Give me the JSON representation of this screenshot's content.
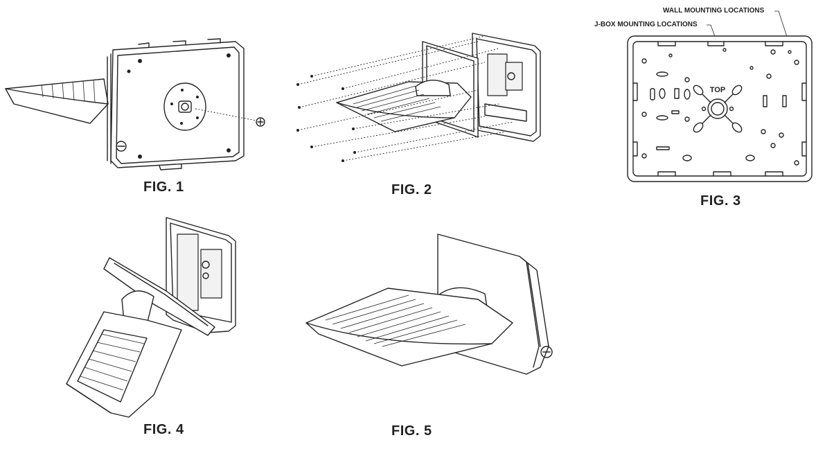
{
  "figures": [
    {
      "id": "fig1",
      "caption": "FIG. 1"
    },
    {
      "id": "fig2",
      "caption": "FIG. 2"
    },
    {
      "id": "fig3",
      "caption": "FIG. 3",
      "callouts": {
        "wall": "WALL MOUNTING LOCATIONS",
        "jbox": "J-BOX MOUNTING LOCATIONS"
      },
      "top_label": "TOP"
    },
    {
      "id": "fig4",
      "caption": "FIG. 4"
    },
    {
      "id": "fig5",
      "caption": "FIG. 5"
    }
  ],
  "colors": {
    "ink": "#222222",
    "paper": "#ffffff"
  }
}
